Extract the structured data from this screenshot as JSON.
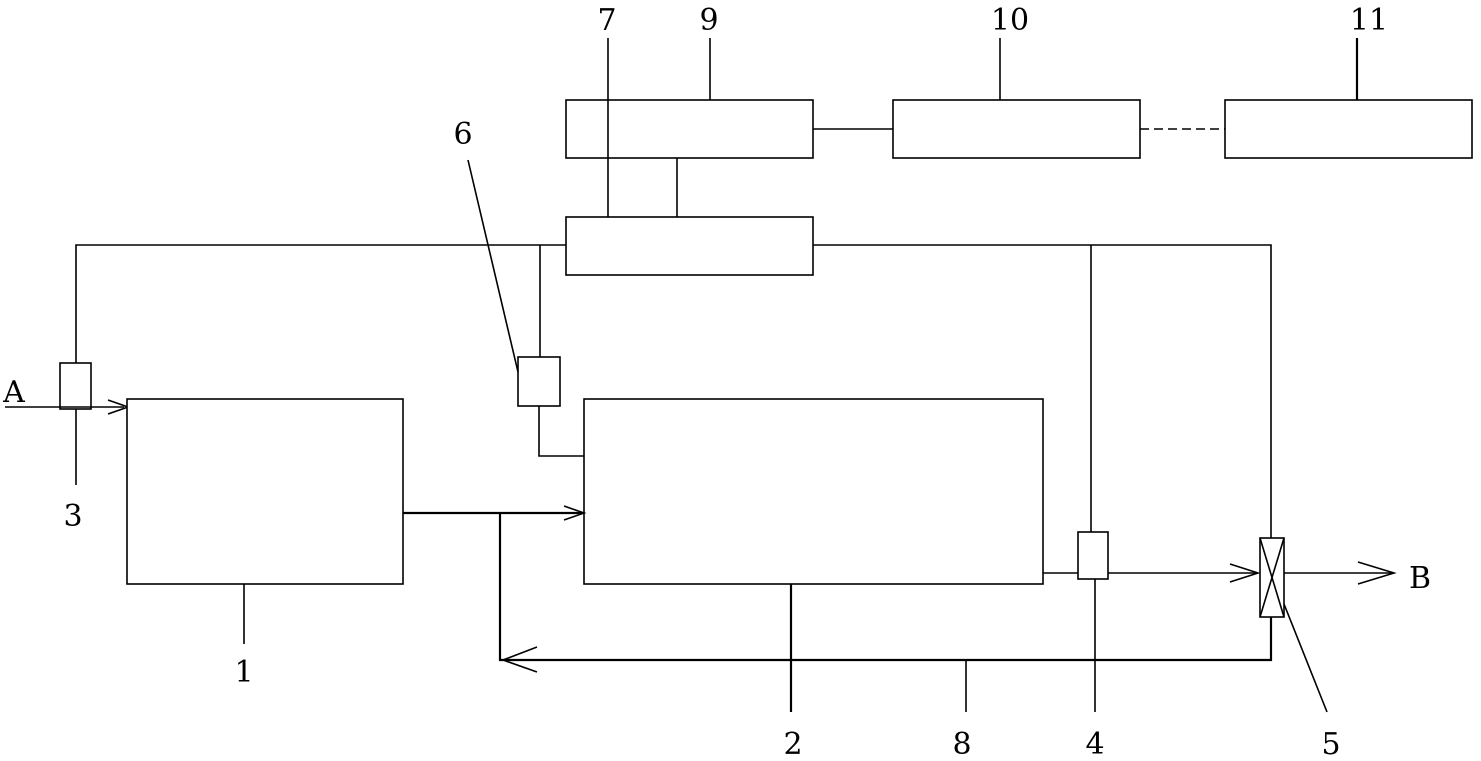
{
  "labels": {
    "n1": "1",
    "n2": "2",
    "n3": "3",
    "n4": "4",
    "n5": "5",
    "n6": "6",
    "n7": "7",
    "n8": "8",
    "n9": "9",
    "n10": "10",
    "n11": "11",
    "inlet": "A",
    "outlet": "B"
  },
  "colors": {
    "line": "#000000",
    "background": "#ffffff"
  }
}
